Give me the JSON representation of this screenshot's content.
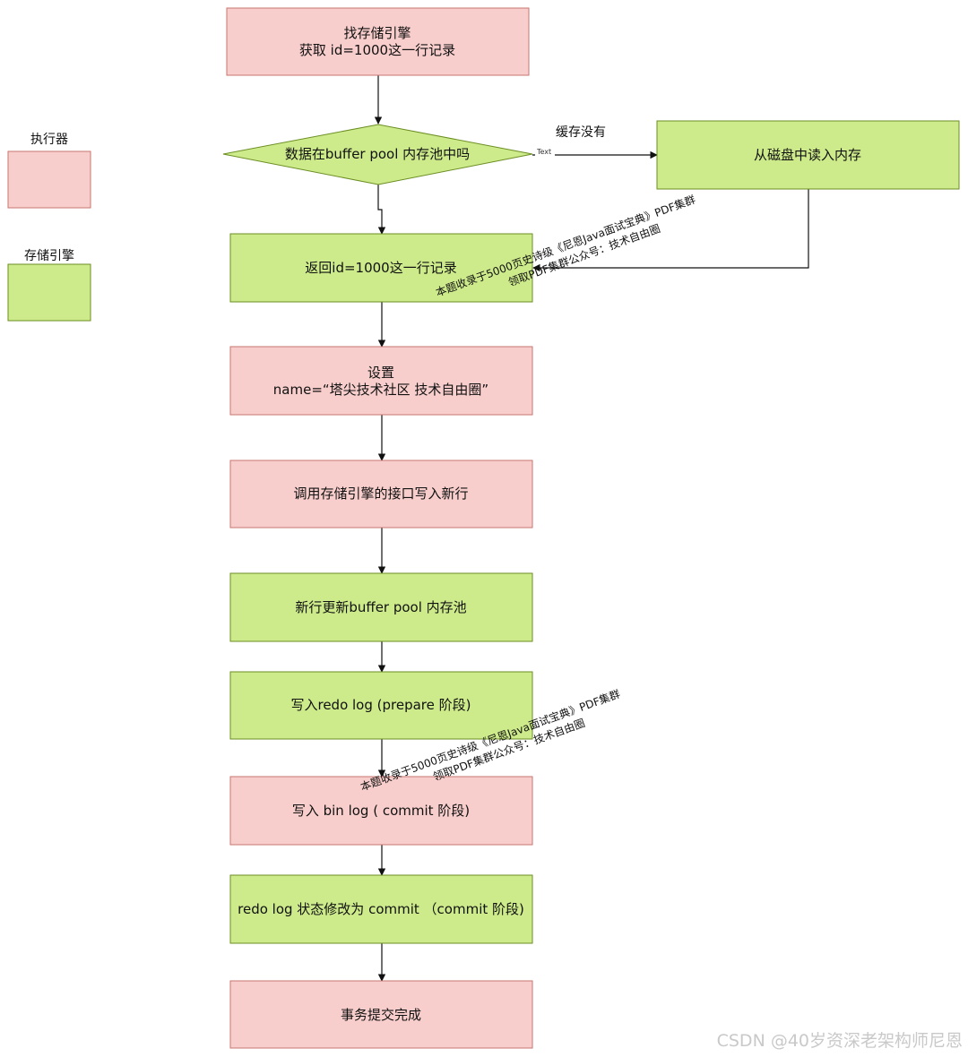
{
  "legend": {
    "executor": "执行器",
    "engine": "存储引擎"
  },
  "colors": {
    "executor_fill": "#f8cecc",
    "executor_stroke": "#c8756f",
    "engine_fill": "#cdeb8b",
    "engine_stroke": "#6b8e23",
    "edge": "#111111"
  },
  "nodes": {
    "find_engine": {
      "line1": "找存储引擎",
      "line2": "获取 id=1000这一行记录"
    },
    "in_buffer_pool": "数据在buffer pool 内存池中吗",
    "read_disk": "从磁盘中读入内存",
    "return_row": "返回id=1000这一行记录",
    "set_name": {
      "line1": "设置",
      "line2": "name=“塔尖技术社区  技术自由圈”"
    },
    "call_write": "调用存储引擎的接口写入新行",
    "update_buffer": "新行更新buffer pool 内存池",
    "write_redo": "写入redo log (prepare 阶段)",
    "write_binlog": "写入 bin log ( commit 阶段)",
    "redo_commit": "redo log 状态修改为 commit （commit 阶段)",
    "tx_complete": "事务提交完成"
  },
  "edges": {
    "cache_miss_label": "缓存没有",
    "cache_miss_sublabel": "Text"
  },
  "watermarks": {
    "line1": "本题收录于5000页史诗级《尼恩Java面试宝典》PDF集群",
    "line2": "领取PDF集群公众号：技术自由圈"
  },
  "footer": "CSDN @40岁资深老架构师尼恩"
}
